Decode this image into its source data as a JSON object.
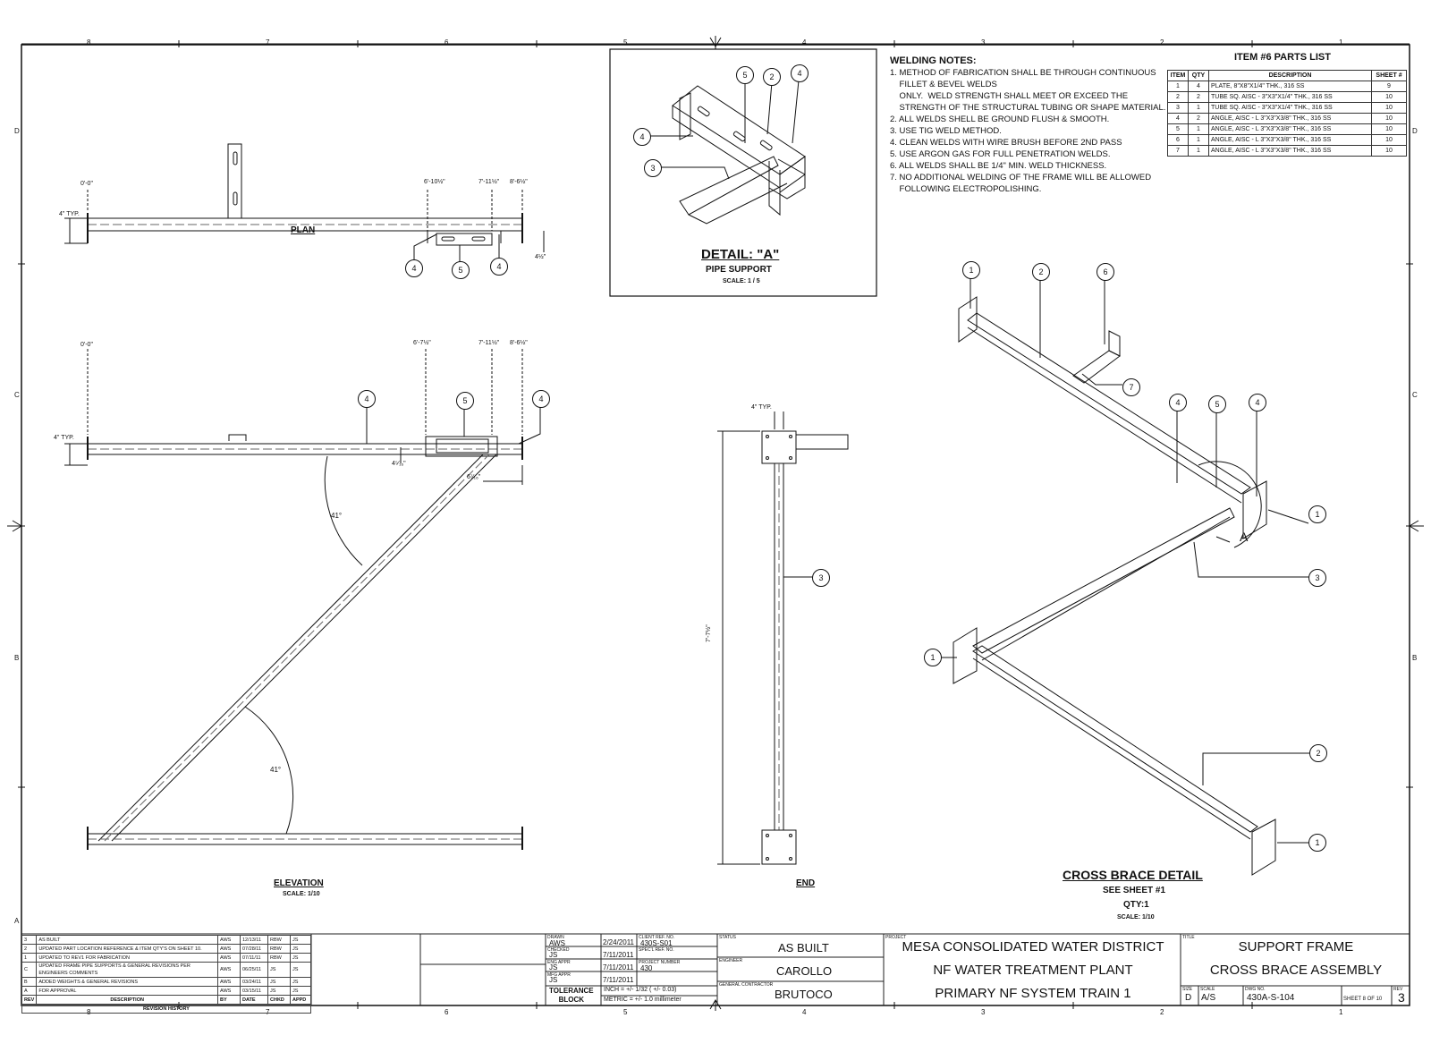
{
  "zones": {
    "columns": [
      "8",
      "7",
      "6",
      "5",
      "4",
      "3",
      "2",
      "1"
    ],
    "rows": [
      "D",
      "C",
      "B",
      "A"
    ]
  },
  "plan": {
    "title": "PLAN",
    "dims": [
      "0'-0\"",
      "6'-10½\"",
      "7'-11½\"",
      "8'-6½\"",
      "4\" TYP.",
      "4½\""
    ],
    "callouts": [
      "4",
      "5",
      "4"
    ]
  },
  "detail_a": {
    "title": "DETAIL:  \"A\"",
    "subtitle": "PIPE SUPPORT",
    "scale": "SCALE: 1 / 5",
    "callouts": [
      "5",
      "2",
      "4",
      "4",
      "3"
    ]
  },
  "welding_notes": {
    "title": "WELDING NOTES:",
    "lines": [
      "1. METHOD OF FABRICATION SHALL BE THROUGH CONTINUOUS",
      "    FILLET & BEVEL WELDS",
      "    ONLY.  WELD STRENGTH SHALL MEET OR EXCEED THE",
      "    STRENGTH OF THE STRUCTURAL TUBING OR SHAPE MATERIAL.",
      "2. ALL WELDS SHELL BE GROUND FLUSH & SMOOTH.",
      "3. USE TIG WELD METHOD.",
      "4. CLEAN WELDS WITH WIRE BRUSH BEFORE 2ND PASS",
      "5. USE ARGON GAS FOR FULL PENETRATION WELDS.",
      "6. ALL WELDS SHALL BE 1/4\" MIN. WELD THICKNESS.",
      "7. NO ADDITIONAL WELDING OF THE FRAME WILL BE ALLOWED",
      "    FOLLOWING ELECTROPOLISHING."
    ]
  },
  "parts_list": {
    "title": "ITEM #6 PARTS LIST",
    "headers": [
      "ITEM",
      "QTY",
      "DESCRIPTION",
      "SHEET #"
    ],
    "rows": [
      [
        "1",
        "4",
        "PLATE, 8\"X8\"X1/4\" THK., 316 SS",
        "9"
      ],
      [
        "2",
        "2",
        "TUBE SQ. AISC - 3\"X3\"X1/4\" THK., 316 SS",
        "10"
      ],
      [
        "3",
        "1",
        "TUBE SQ. AISC - 3\"X3\"X1/4\" THK., 316 SS",
        "10"
      ],
      [
        "4",
        "2",
        "ANGLE, AISC - L 3\"X3\"X3/8\" THK., 316 SS",
        "10"
      ],
      [
        "5",
        "1",
        "ANGLE, AISC - L 3\"X3\"X3/8\" THK., 316 SS",
        "10"
      ],
      [
        "6",
        "1",
        "ANGLE, AISC - L 3\"X3\"X3/8\" THK., 316 SS",
        "10"
      ],
      [
        "7",
        "1",
        "ANGLE, AISC - L 3\"X3\"X3/8\" THK., 316 SS",
        "10"
      ]
    ]
  },
  "elevation": {
    "title": "ELEVATION",
    "scale": "SCALE: 1/10",
    "dims": [
      "0'-0\"",
      "6'-7½\"",
      "7'-11½\"",
      "8'-6½\"",
      "4\" TYP.",
      "4⁵⁄₁₆\"",
      "6⁷⁄₁₆\""
    ],
    "angles": [
      "41°",
      "41°"
    ],
    "callouts": [
      "4",
      "5",
      "4"
    ]
  },
  "end_view": {
    "title": "END",
    "dims": [
      "4\" TYP.",
      "7'-7½\""
    ],
    "callouts": [
      "3"
    ]
  },
  "cross_brace": {
    "title": "CROSS BRACE DETAIL",
    "line2": "SEE SHEET #1",
    "line3": "QTY:1",
    "scale": "SCALE: 1/10",
    "detail_tag": "A",
    "callouts": [
      "1",
      "2",
      "6",
      "7",
      "4",
      "5",
      "4",
      "1",
      "3",
      "1",
      "2",
      "1"
    ]
  },
  "revision_history": {
    "title": "REVISION HISTORY",
    "headers": [
      "REV",
      "DESCRIPTION",
      "BY",
      "DATE",
      "CHKD",
      "APPD"
    ],
    "rows": [
      [
        "3",
        "AS BUILT",
        "AWS",
        "12/13/11",
        "RBW",
        "JS"
      ],
      [
        "2",
        "UPDATED PART LOCATION REFERENCE & ITEM QTY'S ON SHEET 10.",
        "AWS",
        "07/28/11",
        "RBW",
        "JS"
      ],
      [
        "1",
        "UPDATED TO REV1 FOR FABRICATION",
        "AWS",
        "07/11/11",
        "RBW",
        "JS"
      ],
      [
        "C",
        "UPDATED FRAME PIPE SUPPORTS & GENERAL REVISIONS PER ENGINEERS COMMENTS",
        "AWS",
        "06/25/11",
        "JS",
        "JS"
      ],
      [
        "B",
        "ADDED WEIGHTS & GENERAL REVISIONS",
        "AWS",
        "03/24/11",
        "JS",
        "JS"
      ],
      [
        "A",
        "FOR APPROVAL",
        "AWS",
        "03/15/11",
        "JS",
        "JS"
      ]
    ]
  },
  "title_block": {
    "drawn_label": "DRAWN",
    "drawn_by": "AWS",
    "drawn_date": "2/24/2011",
    "checked_label": "CHECKED",
    "checked_by": "JS",
    "checked_date": "7/11/2011",
    "eng_label": "ENG APPR",
    "eng_by": "JS",
    "eng_date": "7/11/2011",
    "mfg_label": "MFG APPR",
    "mfg_by": "JS",
    "mfg_date": "7/11/2011",
    "ref_label": "CLIENT REF. NO.",
    "ref_no": "430S-S01",
    "spec_label": "SPEC'L REF. NO.",
    "job_label": "PROJECT NUMBER",
    "job_no": "430",
    "tolerance_label": "TOLERANCE\nBLOCK",
    "tolerance_inch": "INCH = +/- 1/32 ( +/- 0.03)",
    "tolerance_metric": "METRIC = +/- 1.0 millimeter",
    "status_label": "STATUS",
    "status": "AS BUILT",
    "engineer_label": "ENGINEER",
    "engineer": "CAROLLO",
    "contractor_label": "GENERAL CONTRACTOR",
    "contractor": "BRUTOCO",
    "project_label": "PROJECT",
    "project_line1": "MESA CONSOLIDATED WATER DISTRICT",
    "project_line2": "NF WATER TREATMENT PLANT",
    "project_line3": "PRIMARY NF SYSTEM TRAIN 1",
    "title_label": "TITLE",
    "title_line1": "SUPPORT FRAME",
    "title_line2": "CROSS BRACE ASSEMBLY",
    "size_label": "SIZE",
    "size": "D",
    "scale_label": "SCALE",
    "scale": "A/S",
    "dwg_label": "DWG NO.",
    "dwg_no": "430A-S-104",
    "sheet_text": "SHEET 8 OF 10",
    "rev_label": "REV",
    "rev": "3"
  }
}
